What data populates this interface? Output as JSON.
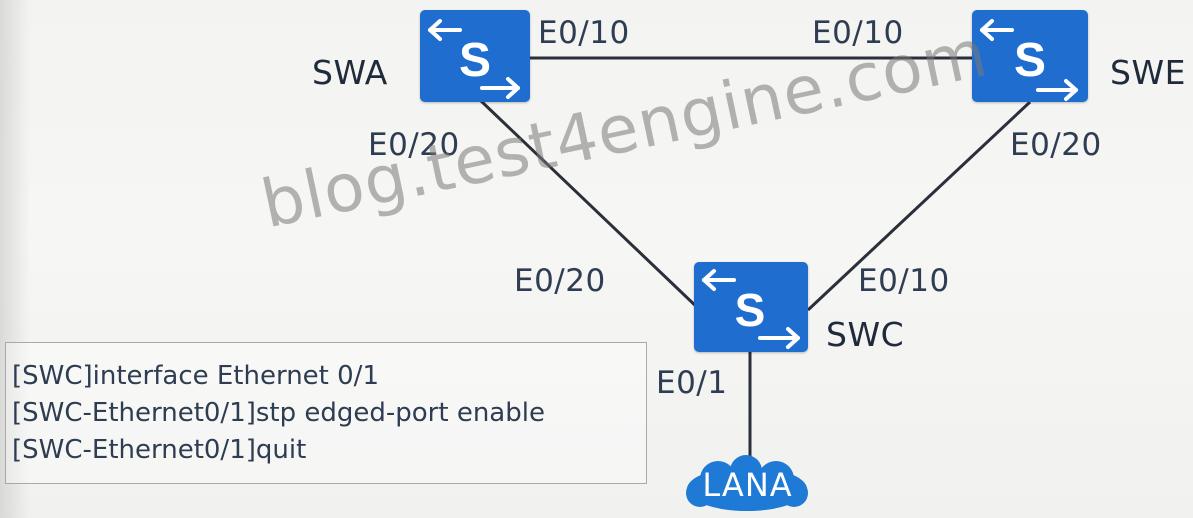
{
  "devices": {
    "swa": {
      "name": "SWA"
    },
    "swb": {
      "name": "SWE"
    },
    "swc": {
      "name": "SWC"
    },
    "switch_glyph": "S",
    "lan": {
      "name": "LANA"
    }
  },
  "ports": {
    "swa_to_swb": "E0/10",
    "swb_to_swa": "E0/10",
    "swa_to_swc": "E0/20",
    "swb_to_swc": "E0/20",
    "swc_to_swa": "E0/20",
    "swc_to_swb": "E0/10",
    "swc_to_lan": "E0/1"
  },
  "cli": {
    "lines": [
      "[SWC]interface Ethernet 0/1",
      "[SWC-Ethernet0/1]stp edged-port enable",
      "[SWC-Ethernet0/1]quit"
    ]
  },
  "watermark": "blog.test4engine.com",
  "colors": {
    "switch_fill": "#1f6ecf",
    "link_line": "#2a2f3a",
    "cloud_fill": "#1f7ad6",
    "label_text": "#2f3d52"
  },
  "icons": {
    "switch": "switch-icon",
    "cloud": "cloud-icon"
  }
}
